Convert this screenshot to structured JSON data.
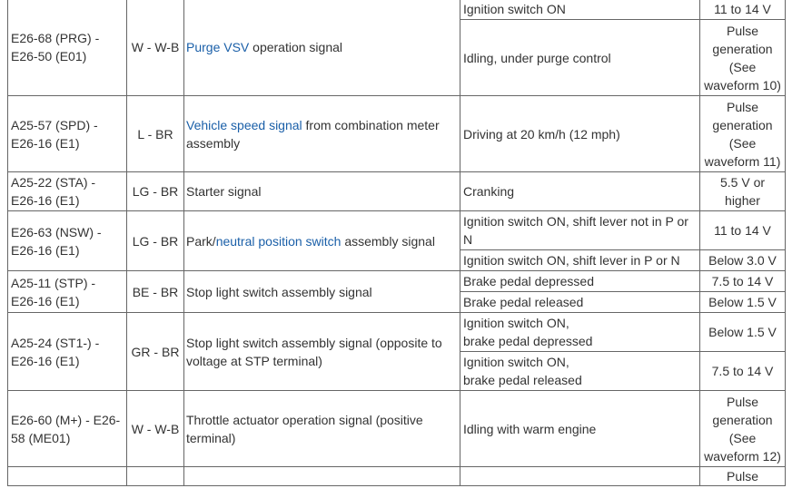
{
  "rows": [
    {
      "terminal": "E26-68 (PRG) - E26-50 (E01)",
      "wiring": "W - W-B",
      "description": {
        "link": "Purge VSV",
        "rest": " operation signal"
      },
      "conditions": [
        {
          "condition": "Ignition switch ON",
          "spec": "11 to 14 V"
        },
        {
          "condition": "Idling, under purge control",
          "spec": "Pulse generation (See waveform 10)"
        }
      ]
    },
    {
      "terminal": "A25-57 (SPD) - E26-16 (E1)",
      "wiring": "L - BR",
      "description": {
        "link": "Vehicle speed signal",
        "rest": " from combination meter assembly"
      },
      "conditions": [
        {
          "condition": "Driving at 20 km/h (12 mph)",
          "spec": "Pulse generation (See waveform 11)"
        }
      ]
    },
    {
      "terminal": "A25-22 (STA) - E26-16 (E1)",
      "wiring": "LG - BR",
      "description": {
        "text": "Starter signal"
      },
      "conditions": [
        {
          "condition": "Cranking",
          "spec": "5.5 V or higher"
        }
      ]
    },
    {
      "terminal": "E26-63 (NSW) - E26-16 (E1)",
      "wiring": "LG - BR",
      "description": {
        "pre": "Park/",
        "link": "neutral position switch",
        "rest": " assembly signal"
      },
      "conditions": [
        {
          "condition": "Ignition switch ON, shift lever not in P or N",
          "spec": "11 to 14 V"
        },
        {
          "condition": "Ignition switch ON, shift lever in P or N",
          "spec": "Below 3.0 V"
        }
      ]
    },
    {
      "terminal": "A25-11 (STP) - E26-16 (E1)",
      "wiring": "BE - BR",
      "description": {
        "text": "Stop light switch assembly signal"
      },
      "conditions": [
        {
          "condition": "Brake pedal depressed",
          "spec": "7.5 to 14 V"
        },
        {
          "condition": "Brake pedal released",
          "spec": "Below 1.5 V"
        }
      ]
    },
    {
      "terminal": "A25-24 (ST1-) - E26-16 (E1)",
      "wiring": "GR - BR",
      "description": {
        "text": "Stop light switch assembly signal (opposite to voltage at STP terminal)"
      },
      "conditions": [
        {
          "condition": "Ignition switch ON,",
          "condition2": "brake pedal depressed",
          "spec": "Below 1.5 V"
        },
        {
          "condition": "Ignition switch ON,",
          "condition2": "brake pedal released",
          "spec": "7.5 to 14 V"
        }
      ]
    },
    {
      "terminal": "E26-60 (M+) - E26-58 (ME01)",
      "wiring": "W - W-B",
      "description": {
        "text": "Throttle actuator operation signal (positive terminal)"
      },
      "conditions": [
        {
          "condition": "Idling with warm engine",
          "spec": "Pulse generation (See waveform 12)"
        }
      ]
    },
    {
      "partial_spec": "Pulse"
    }
  ],
  "colors": {
    "link": "#1a5fa8",
    "border": "#666666",
    "text": "#333333"
  }
}
